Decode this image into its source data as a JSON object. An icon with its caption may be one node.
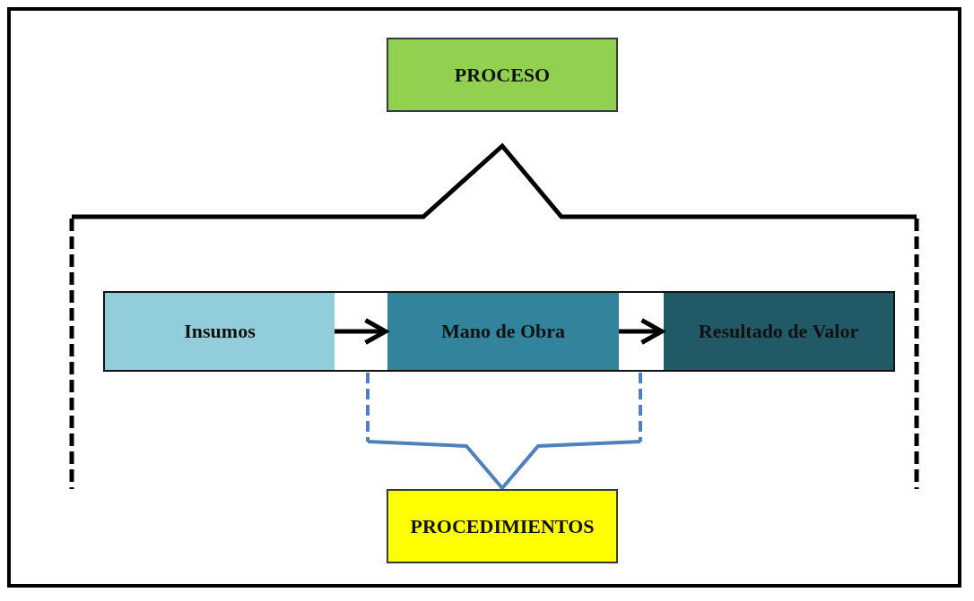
{
  "diagram": {
    "nodes": [
      {
        "text": [
          "PROCESO"
        ]
      },
      {
        "text": [],
        "shape": "bar"
      },
      {
        "text": [
          "Insumos"
        ],
        "in": 1
      },
      {
        "text": [
          "Mano de Obra"
        ],
        "in": 1
      },
      {
        "text": [
          "Resultado de Valor"
        ],
        "in": 1
      },
      {
        "text": [
          "PROCEDIMIENTOS"
        ]
      }
    ],
    "edges": [
      {
        "from": 2,
        "to": 3,
        "arrow": "to"
      },
      {
        "from": 3,
        "to": 4,
        "arrow": "to"
      }
    ]
  }
}
